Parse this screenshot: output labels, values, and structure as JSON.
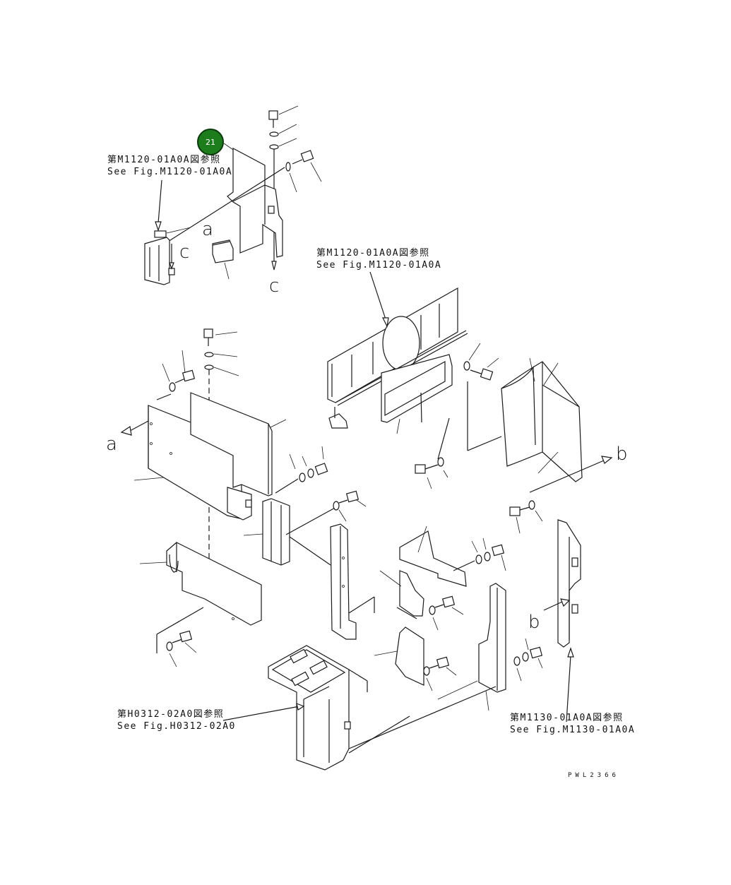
{
  "callout": {
    "number": "21"
  },
  "refs": {
    "top_left": {
      "jp": "第M1120-01A0A図参照",
      "en": "See Fig.M1120-01A0A"
    },
    "top_right": {
      "jp": "第M1120-01A0A図参照",
      "en": "See Fig.M1120-01A0A"
    },
    "bottom_left": {
      "jp": "第H0312-02A0図参照",
      "en": "See Fig.H0312-02A0"
    },
    "bottom_right": {
      "jp": "第M1130-01A0A図参照",
      "en": "See Fig.M1130-01A0A"
    }
  },
  "letters": {
    "a1": "a",
    "c1": "c",
    "c2": "c",
    "a2": "a",
    "b1": "b",
    "b2": "b"
  },
  "drawing_code": "PWL2366"
}
